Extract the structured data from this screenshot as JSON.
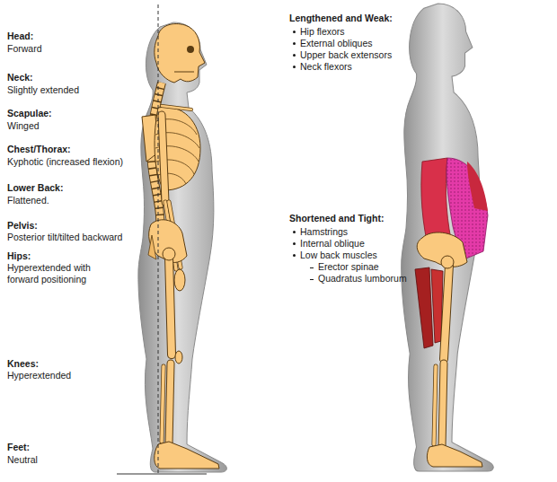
{
  "diagram": {
    "labels": [
      "Head:",
      "Forward",
      "Neck:",
      "Slightly extended",
      "Scapulae:",
      "Winged",
      "Chest/Thorax:",
      "Kyphotic (increased flexion)",
      "Lower Back:",
      "Flattened.",
      "Pelvis:",
      "Posterior tilt/tilted backward",
      "Hips:",
      "Hyperextended with forward positioning",
      "Knees:",
      "Hyperextended",
      "Feet:",
      "Neutral",
      "Lengthened and Weak:",
      "Hip flexors",
      "External obliques",
      "Upper back extensors",
      "Neck flexors",
      "Shortened and Tight:",
      "Hamstrings",
      "Internal oblique",
      "Low back muscles",
      "Erector spinae",
      "Quadratus lumborum"
    ]
  }
}
